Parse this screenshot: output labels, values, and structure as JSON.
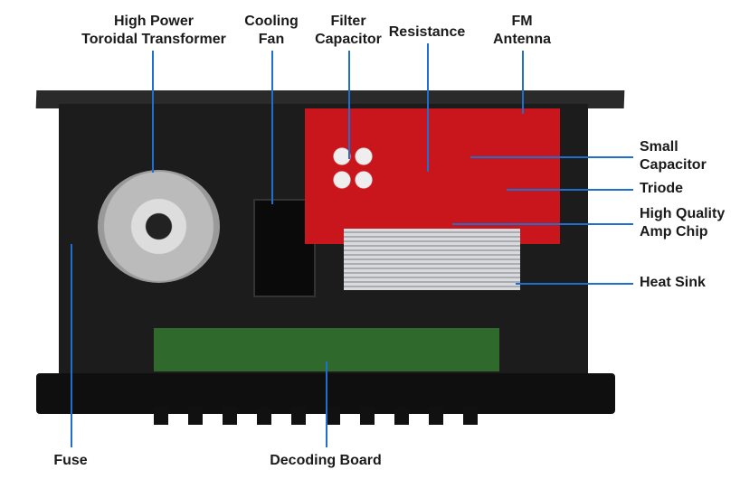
{
  "title": "Amplifier internal components",
  "labels": {
    "transformer": [
      "High Power",
      "Toroidal Transformer"
    ],
    "fan": [
      "Cooling",
      "Fan"
    ],
    "capacitor": [
      "Filter",
      "Capacitor"
    ],
    "resistance": "Resistance",
    "antenna": [
      "FM",
      "Antenna"
    ],
    "small_capacitor": [
      "Small",
      "Capacitor"
    ],
    "triode": "Triode",
    "amp_chip": [
      "High Quality",
      "Amp Chip"
    ],
    "heat_sink": "Heat Sink",
    "fuse": "Fuse",
    "decoding_board": "Decoding Board"
  },
  "colors": {
    "leader_line": "#1f6fd1",
    "chassis": "#141414",
    "pcb": "#c8161c",
    "board": "#2f6a2c",
    "heatsink": "#c9ccd0"
  }
}
